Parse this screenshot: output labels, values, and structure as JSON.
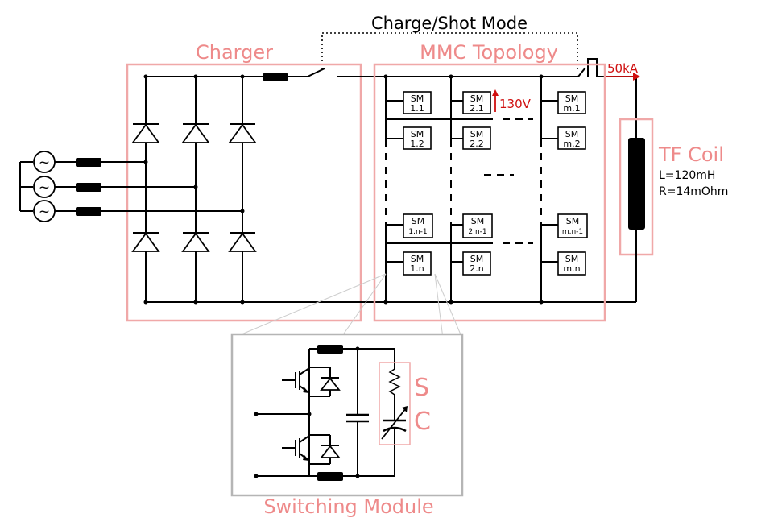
{
  "labels": {
    "charge_shot_mode": "Charge/Shot Mode",
    "charger": "Charger",
    "mmc_topology": "MMC Topology",
    "current": "50kA",
    "voltage": "130V",
    "tf_coil": "TF Coil",
    "inductance": "L=120mH",
    "resistance": "R=14mOhm",
    "switching_module": "Switching Module",
    "sc_s": "S",
    "sc_c": "C"
  },
  "submodules": {
    "sm11": {
      "top": "SM",
      "bottom": "1.1"
    },
    "sm12": {
      "top": "SM",
      "bottom": "1.2"
    },
    "sm1n1": {
      "top": "SM",
      "bottom": "1.n-1"
    },
    "sm1n": {
      "top": "SM",
      "bottom": "1.n"
    },
    "sm21": {
      "top": "SM",
      "bottom": "2.1"
    },
    "sm22": {
      "top": "SM",
      "bottom": "2.2"
    },
    "sm2n1": {
      "top": "SM",
      "bottom": "2.n-1"
    },
    "sm2n": {
      "top": "SM",
      "bottom": "2.n"
    },
    "smm1": {
      "top": "SM",
      "bottom": "m.1"
    },
    "smm2": {
      "top": "SM",
      "bottom": "m.2"
    },
    "smmn1": {
      "top": "SM",
      "bottom": "m.n-1"
    },
    "smmn": {
      "top": "SM",
      "bottom": "m.n"
    }
  },
  "sources": {
    "ac_symbol": "~"
  },
  "colors": {
    "label_pink": "#ee8a8a",
    "box_pink": "#f0a8a8",
    "box_grey": "#b5b5b5",
    "accent_red": "#d01010"
  }
}
